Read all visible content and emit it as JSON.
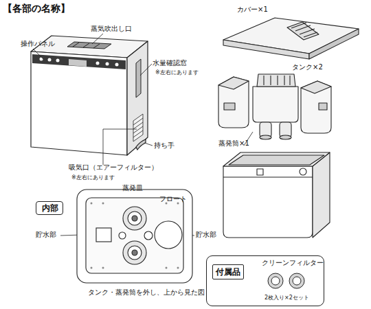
{
  "diagram": {
    "title": "【各部の名称】",
    "nodes": [
      {
        "text": [
          "内部"
        ]
      },
      {
        "text": [
          "クリーンフィルター",
          "2枚入り×2セット"
        ]
      },
      {
        "text": [
          "付属品"
        ],
        "in": 1
      }
    ],
    "labels": [
      "操作パネル",
      "蒸気吹出し口",
      "水量確認窓",
      "※左右にあります",
      "持ち手",
      "吸気口（エアーフィルター）",
      "※左右にあります",
      "カバー×1",
      "タンク×2",
      "蒸発筒×1",
      "蒸発皿",
      "フロート",
      "貯水部",
      "貯水部",
      "タンク・蒸発筒を外し、上から見た図"
    ]
  }
}
